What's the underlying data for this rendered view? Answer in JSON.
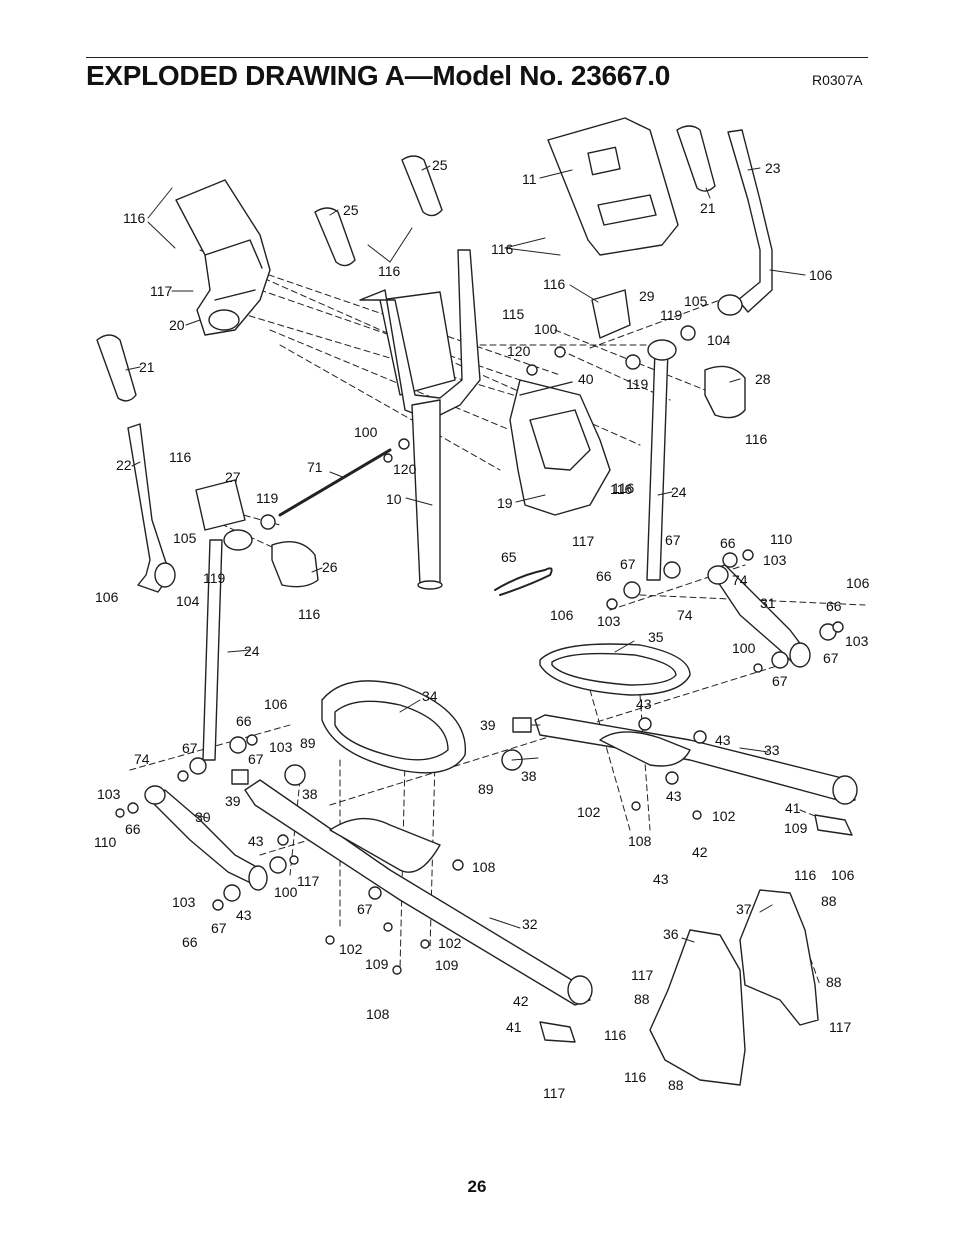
{
  "header": {
    "title": "EXPLODED DRAWING A—Model No. 23667.0",
    "code": "R0307A"
  },
  "footer": {
    "page_number": "26"
  },
  "callouts": [
    "11",
    "23",
    "25",
    "25",
    "21",
    "116",
    "116",
    "106",
    "116",
    "116",
    "29",
    "105",
    "104",
    "119",
    "117",
    "20",
    "115",
    "100",
    "120",
    "40",
    "119",
    "28",
    "116",
    "21",
    "22",
    "116",
    "27",
    "100",
    "120",
    "71",
    "10",
    "119",
    "116",
    "19",
    "116",
    "24",
    "117",
    "105",
    "104",
    "119",
    "26",
    "106",
    "65",
    "67",
    "66",
    "110",
    "103",
    "66",
    "67",
    "103",
    "106",
    "74",
    "31",
    "74",
    "106",
    "116",
    "24",
    "66",
    "103",
    "67",
    "35",
    "100",
    "67",
    "106",
    "66",
    "103",
    "89",
    "67",
    "67",
    "74",
    "34",
    "39",
    "43",
    "43",
    "38",
    "39",
    "38",
    "33",
    "103",
    "66",
    "30",
    "89",
    "110",
    "43",
    "102",
    "102",
    "43",
    "108",
    "108",
    "42",
    "41",
    "109",
    "43",
    "67",
    "100",
    "117",
    "116",
    "106",
    "103",
    "66",
    "67",
    "43",
    "37",
    "88",
    "36",
    "32",
    "102",
    "109",
    "102",
    "109",
    "117",
    "88",
    "88",
    "42",
    "108",
    "41",
    "116",
    "117",
    "116",
    "88",
    "117",
    "116"
  ]
}
